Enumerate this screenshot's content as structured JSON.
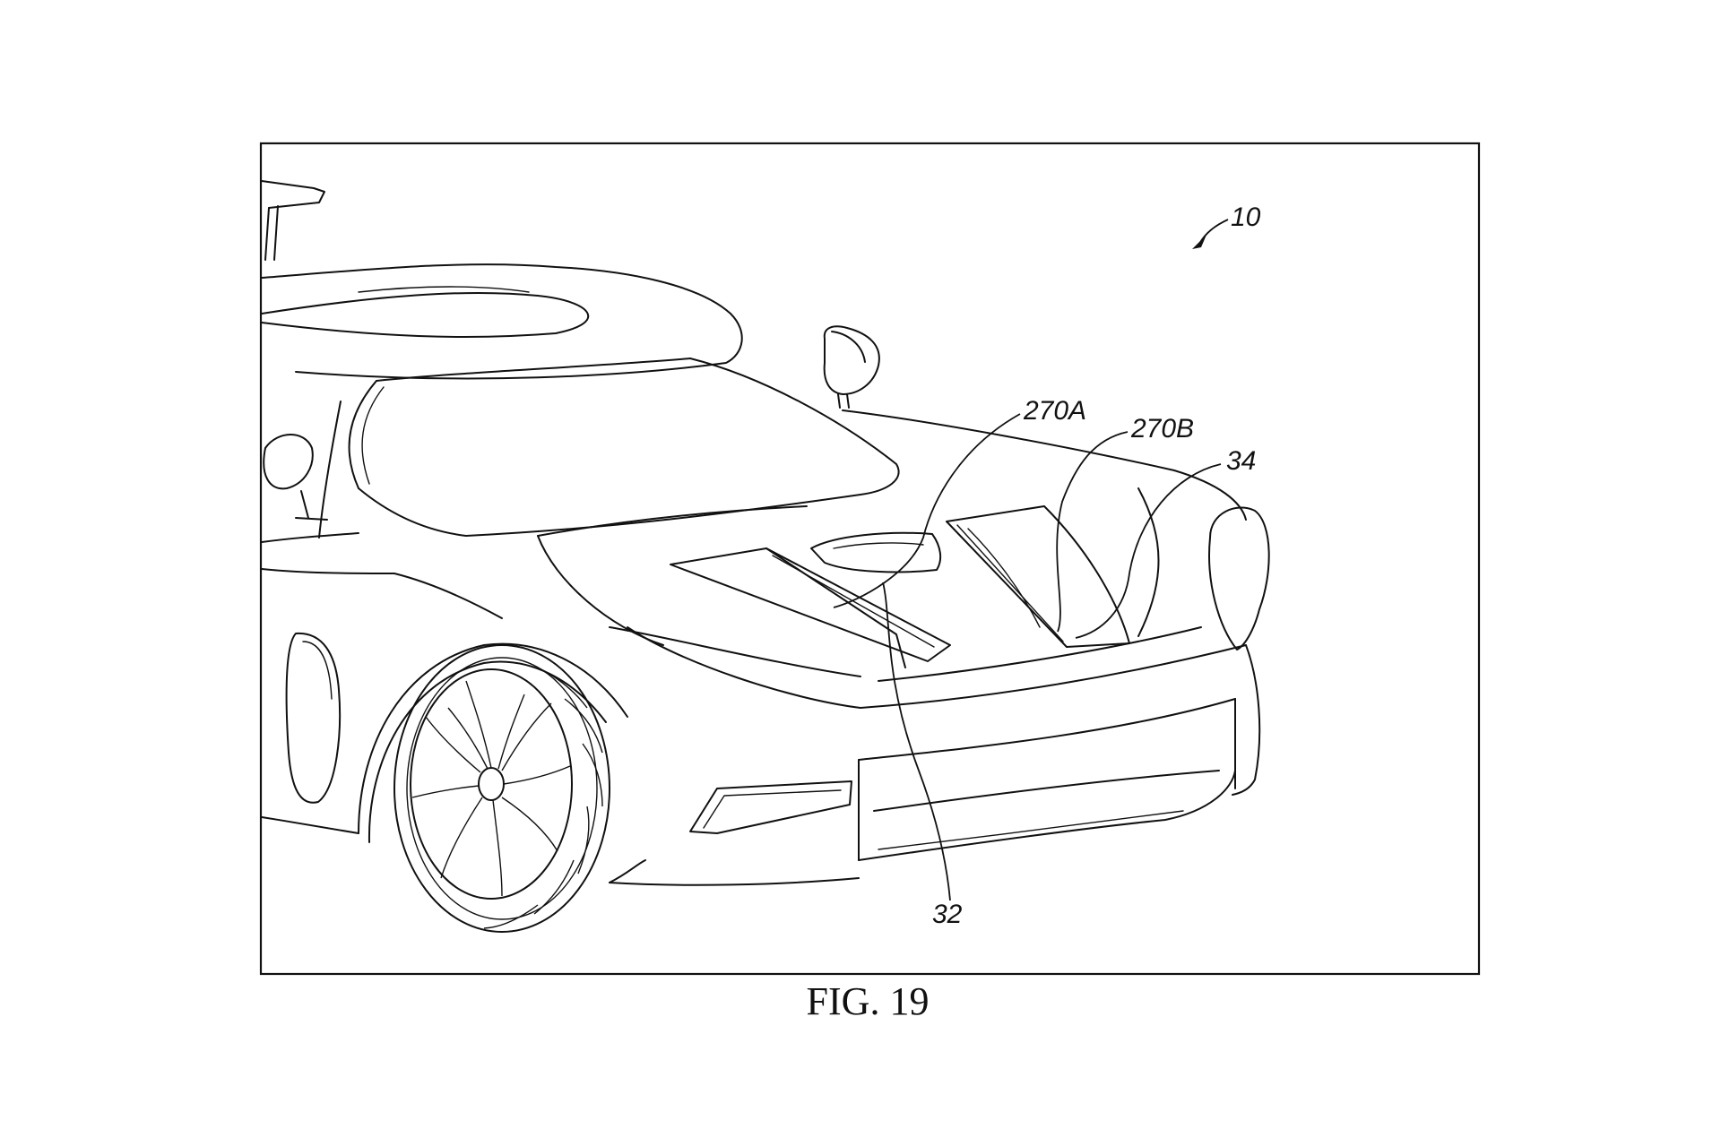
{
  "figure": {
    "caption": "FIG. 19",
    "reference_numerals": {
      "assembly": "10",
      "duct_a": "270A",
      "duct_b": "270B",
      "body_part": "34",
      "front_fascia": "32"
    }
  }
}
